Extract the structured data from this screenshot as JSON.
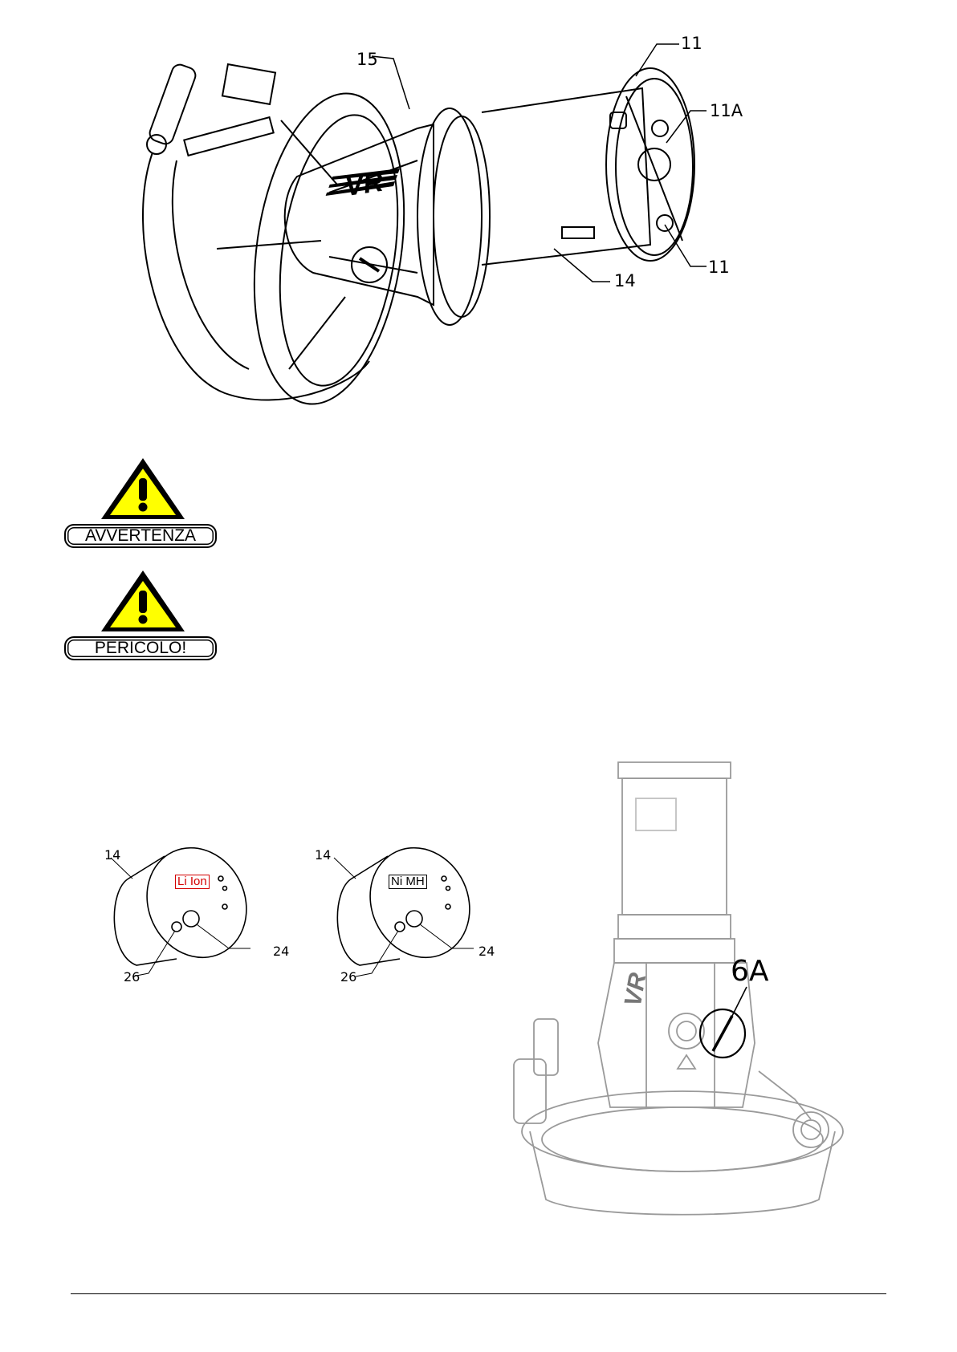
{
  "figure_top": {
    "callouts": {
      "c15": "15",
      "c11_top": "11",
      "c11a": "11A",
      "c11_bottom": "11",
      "c14": "14"
    },
    "logo_text": "VR"
  },
  "warnings": [
    {
      "label": "AVVERTENZA",
      "icon": "warning-triangle-icon"
    },
    {
      "label": "PERICOLO!",
      "icon": "warning-triangle-icon"
    }
  ],
  "figure_batteries": {
    "left": {
      "c14": "14",
      "c24": "24",
      "c26": "26",
      "tag": "Li Ion",
      "tag_color": "#d40000"
    },
    "right": {
      "c14": "14",
      "c24": "24",
      "c26": "26",
      "tag": "Ni MH",
      "tag_color": "#000000"
    }
  },
  "figure_right": {
    "callout_6a": "6A",
    "logo_text": "VR"
  }
}
